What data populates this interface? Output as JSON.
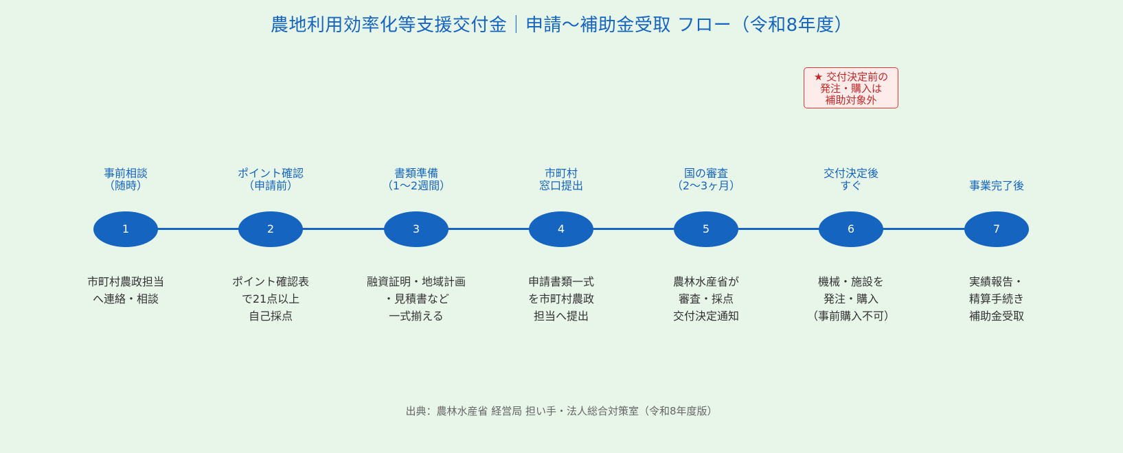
{
  "title": "農地利用効率化等支援交付金｜申請〜補助金受取 フロー（令和8年度）",
  "note": {
    "lines": [
      "★ 交付決定前の",
      "発注・購入は",
      "補助対象外"
    ],
    "border_color": "#e53935",
    "background_color": "#fdecea"
  },
  "colors": {
    "accent": "#1565c0",
    "background": "#e8f5e9",
    "description_text": "#333333"
  },
  "steps": [
    {
      "number": "1",
      "timing": [
        "事前相談",
        "（随時）"
      ],
      "description": [
        "市町村農政担当",
        "へ連絡・相談"
      ]
    },
    {
      "number": "2",
      "timing": [
        "ポイント確認",
        "（申請前）"
      ],
      "description": [
        "ポイント確認表",
        "で21点以上",
        "自己採点"
      ]
    },
    {
      "number": "3",
      "timing": [
        "書類準備",
        "（1〜2週間）"
      ],
      "description": [
        "融資証明・地域計画",
        "・見積書など",
        "一式揃える"
      ]
    },
    {
      "number": "4",
      "timing": [
        "市町村",
        "窓口提出"
      ],
      "description": [
        "申請書類一式",
        "を市町村農政",
        "担当へ提出"
      ]
    },
    {
      "number": "5",
      "timing": [
        "国の審査",
        "（2〜3ヶ月）"
      ],
      "description": [
        "農林水産省が",
        "審査・採点",
        "交付決定通知"
      ]
    },
    {
      "number": "6",
      "timing": [
        "交付決定後",
        "すぐ"
      ],
      "description": [
        "機械・施設を",
        "発注・購入",
        "（事前購入不可）"
      ]
    },
    {
      "number": "7",
      "timing": [
        "事業完了後"
      ],
      "description": [
        "実績報告・",
        "精算手続き",
        "補助金受取"
      ]
    }
  ],
  "source": "出典：農林水産省 経営局 担い手・法人総合対策室（令和8年度版）"
}
